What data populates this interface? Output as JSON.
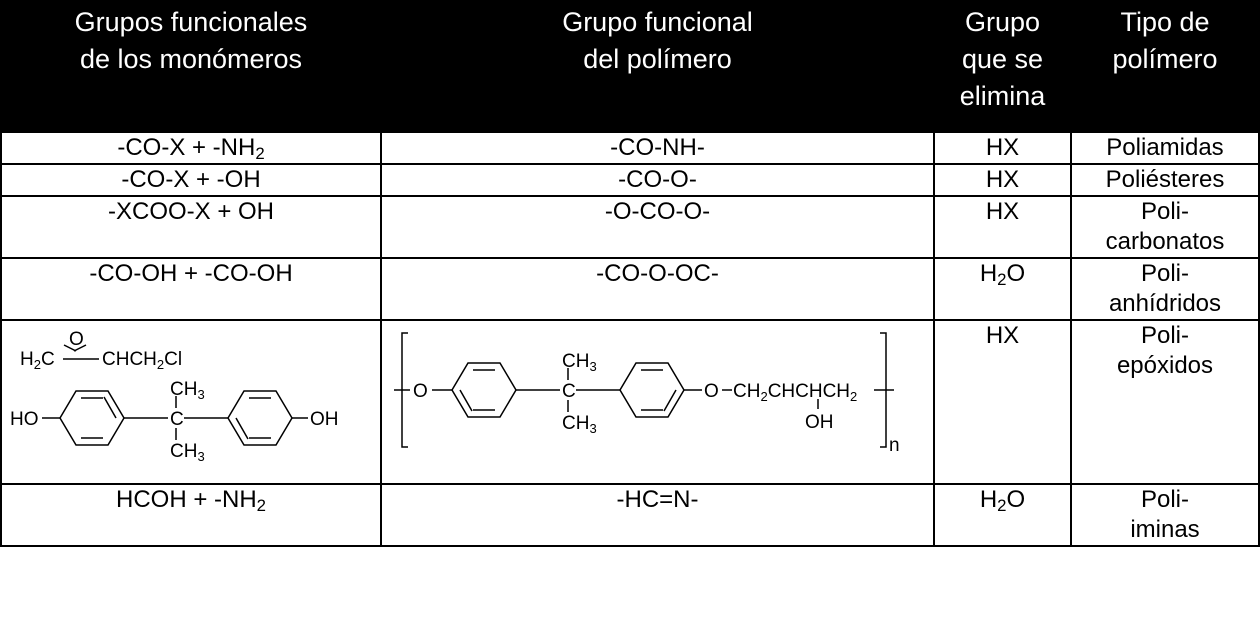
{
  "headers": [
    {
      "lines": [
        "Grupos funcionales",
        "de los monómeros"
      ]
    },
    {
      "lines": [
        "Grupo funcional",
        "del polímero"
      ]
    },
    {
      "lines": [
        "Grupo",
        "que se",
        "elimina"
      ]
    },
    {
      "lines": [
        "Tipo de",
        "polímero"
      ]
    }
  ],
  "rows": [
    {
      "monomers": [
        "-CO-X  +  -NH",
        "2",
        ""
      ],
      "polymer_group": "-CO-NH-",
      "eliminated": [
        "HX",
        "",
        ""
      ],
      "type": [
        "Poliamidas"
      ]
    },
    {
      "monomers": [
        "-CO-X  +  -OH",
        "",
        ""
      ],
      "polymer_group": "-CO-O-",
      "eliminated": [
        "HX",
        "",
        ""
      ],
      "type": [
        "Poliésteres"
      ]
    },
    {
      "monomers": [
        "-XCOO-X  +  OH",
        "",
        ""
      ],
      "polymer_group": "-O-CO-O-",
      "eliminated": [
        "HX",
        "",
        ""
      ],
      "type": [
        "Poli-",
        "carbonatos"
      ]
    },
    {
      "monomers": [
        "-CO-OH  +  -CO-OH",
        "",
        ""
      ],
      "polymer_group": "-CO-O-OC-",
      "eliminated": [
        "H",
        "2",
        "O"
      ],
      "type": [
        "Poli-",
        "anhídridos"
      ]
    },
    {
      "eliminated": [
        "HX",
        "",
        ""
      ],
      "type": [
        "Poli-",
        "epóxidos"
      ]
    },
    {
      "monomers": [
        "HCOH  +  -NH",
        "2",
        ""
      ],
      "polymer_group": "-HC=N-",
      "eliminated": [
        "H",
        "2",
        "O"
      ],
      "type": [
        "Poli-",
        "iminas"
      ]
    }
  ],
  "epoxide_structures": {
    "epichlorohydrin": {
      "o": "O",
      "h2c": "H",
      "h2c_sub": "2",
      "h2c_c": "C",
      "chain": "CHCH",
      "chain_sub": "2",
      "chain_cl": "Cl"
    },
    "bisphenol": {
      "ho": "HO",
      "oh": "OH",
      "c": "C",
      "ch3": "CH",
      "ch3_sub": "3"
    },
    "polymer": {
      "o1": "O",
      "o2": "O",
      "c": "C",
      "ch3": "CH",
      "ch3_sub": "3",
      "chain_a": "CH",
      "chain_sub": "2",
      "chain_b": "CHCH",
      "oh": "OH",
      "n": "n"
    }
  }
}
